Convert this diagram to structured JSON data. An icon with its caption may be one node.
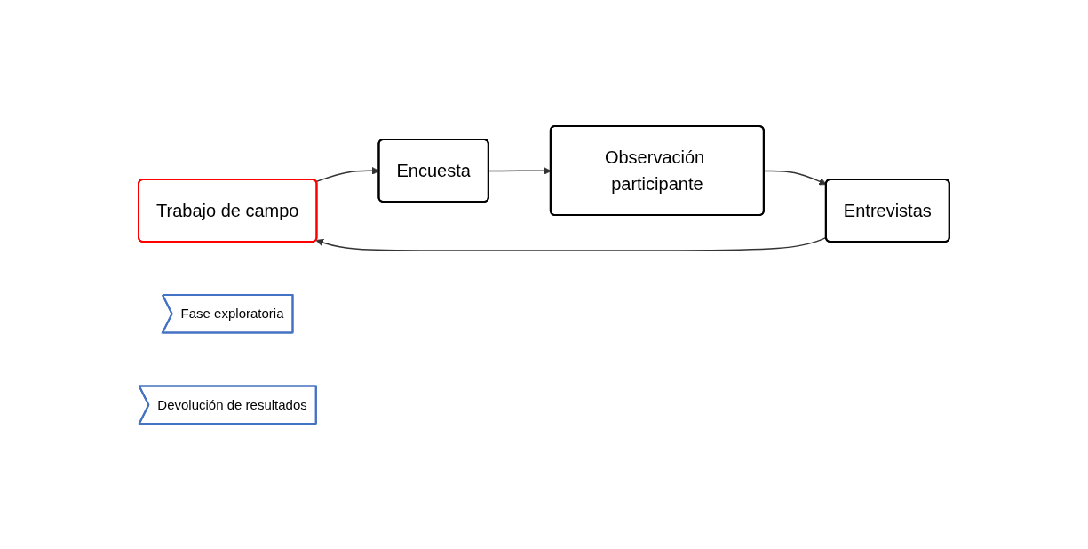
{
  "diagram": {
    "nodes": [
      {
        "text": [
          "Trabajo de campo"
        ]
      },
      {
        "text": [
          "Fase exploratoria"
        ]
      },
      {
        "text": [
          "Entrevistas"
        ]
      },
      {
        "text": [
          "Encuesta"
        ]
      },
      {
        "text": [
          "Devolución de resultados"
        ]
      },
      {
        "text": [
          "Observación participante"
        ]
      }
    ],
    "edges": [
      {
        "from": 2,
        "to": 0,
        "arrow": "to"
      },
      {
        "from": 0,
        "to": 3,
        "arrow": "to"
      },
      {
        "from": 3,
        "to": 5,
        "arrow": "to"
      },
      {
        "from": 5,
        "to": 2,
        "arrow": "to"
      }
    ]
  }
}
